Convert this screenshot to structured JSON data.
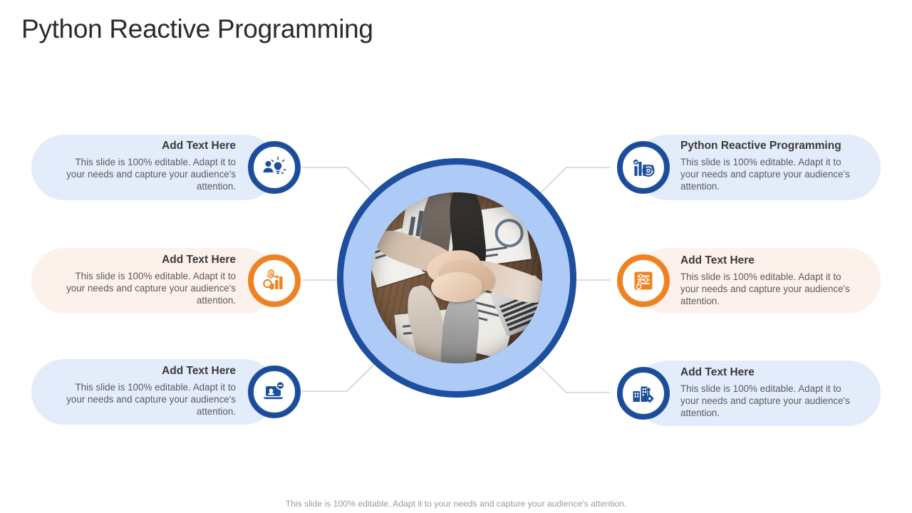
{
  "slide": {
    "title": "Python Reactive Programming",
    "footer_note": "This slide is 100% editable. Adapt it to your needs and capture your audience's attention."
  },
  "colors": {
    "navy": "#1d4f9e",
    "orange": "#ef8423",
    "pill_blue": "#e3ecfb",
    "pill_peach": "#fdf1ec",
    "center_band": "#aecbf7",
    "title_text": "#2b2b2b",
    "heading_text": "#3a3a3a",
    "body_text": "#5c5c5c",
    "connector": "#b9b9b9"
  },
  "center": {
    "icon": "team-hands-stacked-photo",
    "photo_description": "Top-down photo of six hands stacked together over a wooden desk with printed charts and a laptop"
  },
  "items_left": [
    {
      "heading": "Add Text Here",
      "body": "This slide is 100% editable. Adapt it to your needs and capture your audience's attention.",
      "icon": "person-gear-idea-icon",
      "accent": "navy",
      "pill_color": "#e3ecfb"
    },
    {
      "heading": "Add Text Here",
      "body": "This slide is 100% editable. Adapt it to your needs and capture your audience's attention.",
      "icon": "magnifier-bar-chart-growth-icon",
      "accent": "orange",
      "pill_color": "#fdf1ec"
    },
    {
      "heading": "Add Text Here",
      "body": "This slide is 100% editable. Adapt it to your needs and capture your audience's attention.",
      "icon": "person-laptop-presentation-icon",
      "accent": "navy",
      "pill_color": "#e3ecfb"
    }
  ],
  "items_right": [
    {
      "heading": "Python Reactive Programming",
      "body": "This slide is 100% editable. Adapt it to your needs and capture your audience's attention.",
      "icon": "bar-chart-target-check-icon",
      "accent": "navy",
      "pill_color": "#e3ecfb"
    },
    {
      "heading": "Add Text Here",
      "body": "This slide is 100% editable. Adapt it to your needs and capture your audience's attention.",
      "icon": "document-settings-list-icon",
      "accent": "orange",
      "pill_color": "#fdf1ec"
    },
    {
      "heading": "Add Text Here",
      "body": "This slide is 100% editable. Adapt it to your needs and capture your audience's attention.",
      "icon": "factory-growth-gear-icon",
      "accent": "navy",
      "pill_color": "#e3ecfb"
    }
  ]
}
